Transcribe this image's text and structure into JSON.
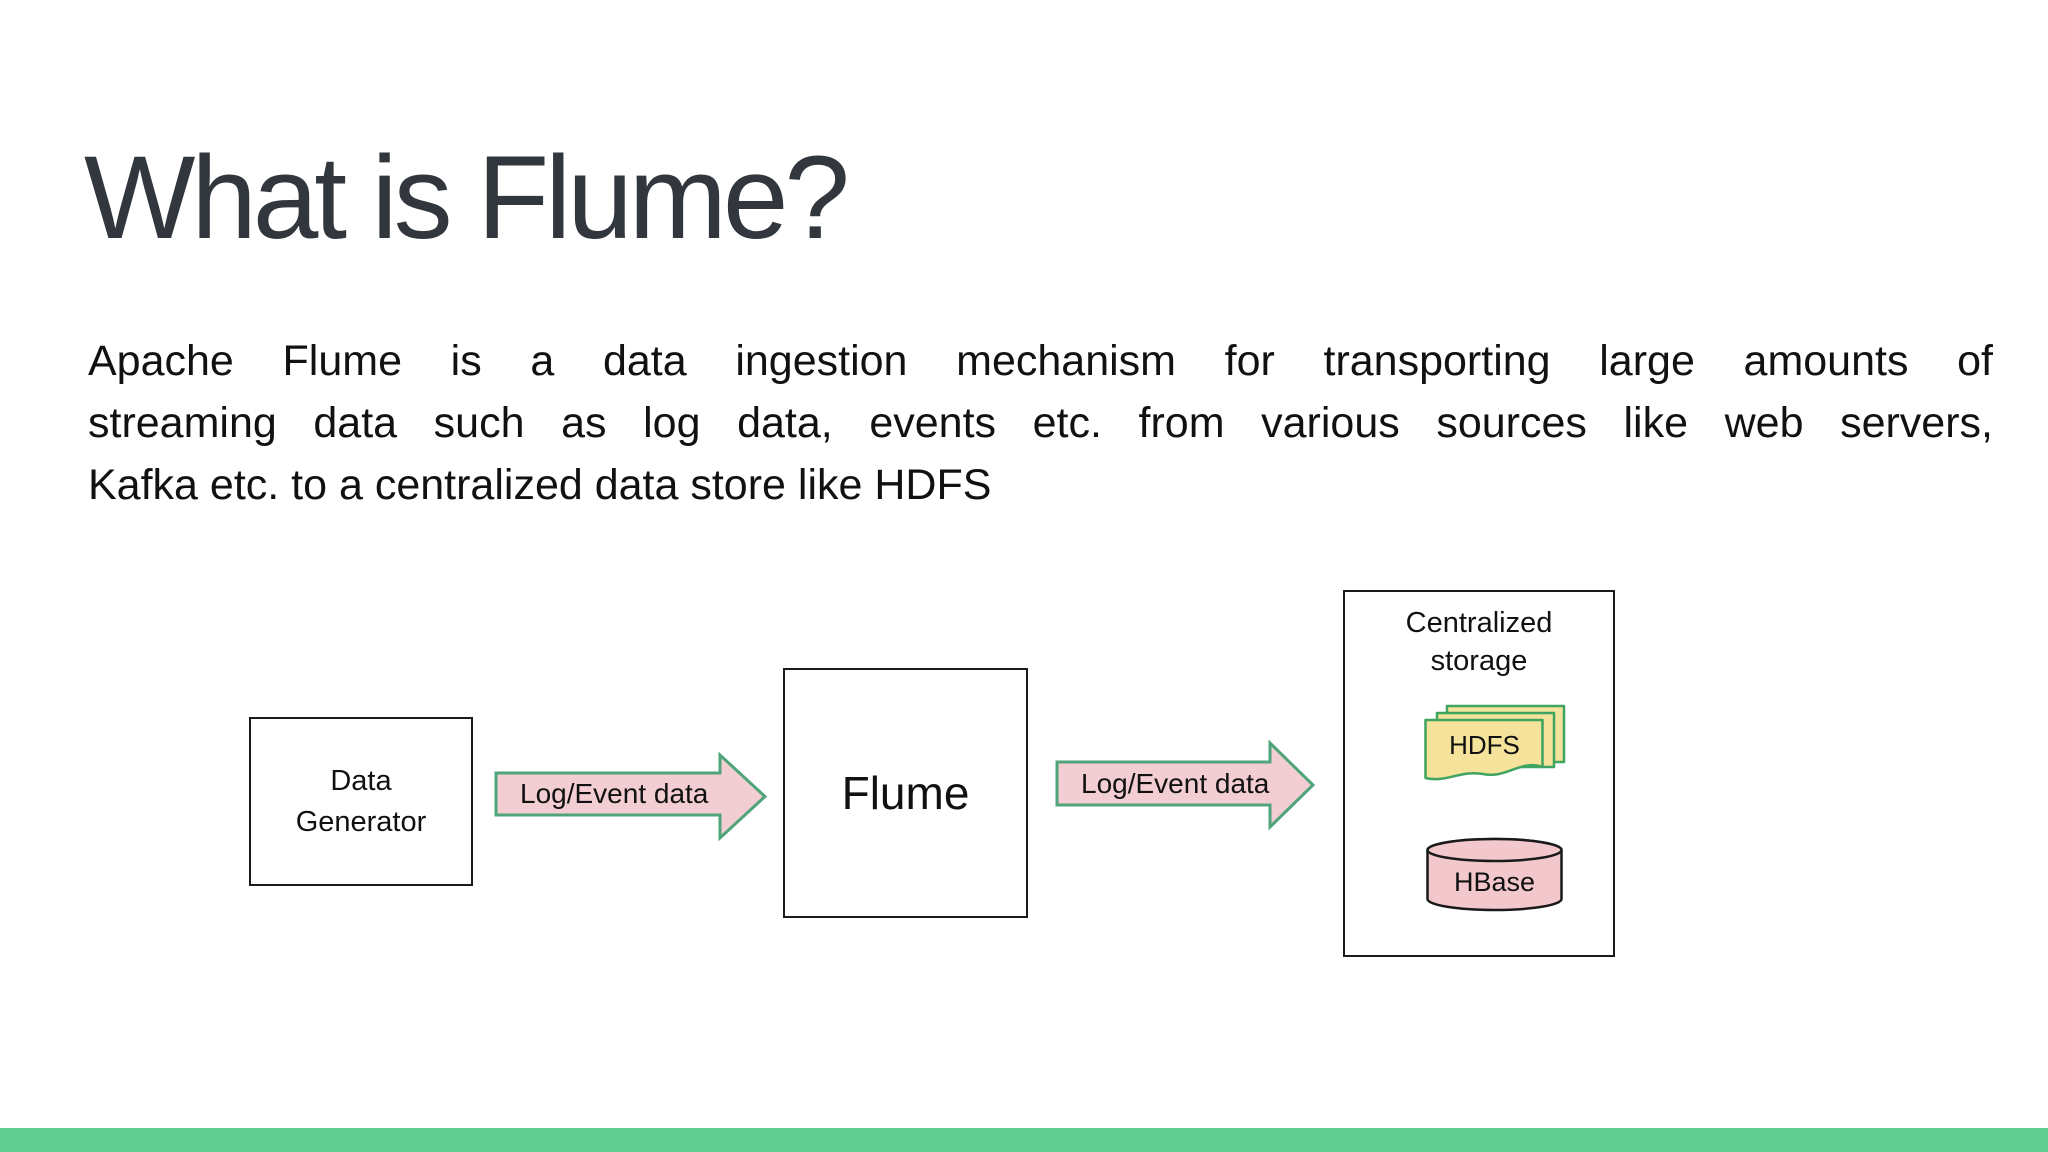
{
  "slide": {
    "title": "What is Flume?",
    "paragraph": {
      "lines": [
        "Apache Flume is a data ingestion mechanism for transporting large amounts of",
        "streaming data such as log data, events etc. from various sources like web servers,",
        "Kafka etc. to a centralized data store like HDFS"
      ]
    }
  },
  "diagram": {
    "nodes": {
      "data_generator": {
        "label": "Data Generator"
      },
      "flume": {
        "label": "Flume"
      },
      "centralized_storage": {
        "label": "Centralized storage",
        "items": [
          {
            "id": "hdfs",
            "label": "HDFS",
            "shape": "document-stack"
          },
          {
            "id": "hbase",
            "label": "HBase",
            "shape": "cylinder"
          }
        ]
      }
    },
    "arrows": {
      "generator_to_flume": {
        "label": "Log/Event data"
      },
      "flume_to_storage": {
        "label": "Log/Event data"
      }
    }
  },
  "colors": {
    "title_text": "#32373D",
    "body_text": "#111111",
    "accent_bar_green": "#5FCE90",
    "arrow_fill_pink": "#F2CED2",
    "arrow_border_green": "#4FA479",
    "hdfs_fill_yellow": "#F5E29B",
    "hdfs_border_green": "#3FA45F",
    "hbase_fill_pink": "#F2C8CD",
    "box_border": "#1A1A1A",
    "background": "#FFFFFF"
  }
}
